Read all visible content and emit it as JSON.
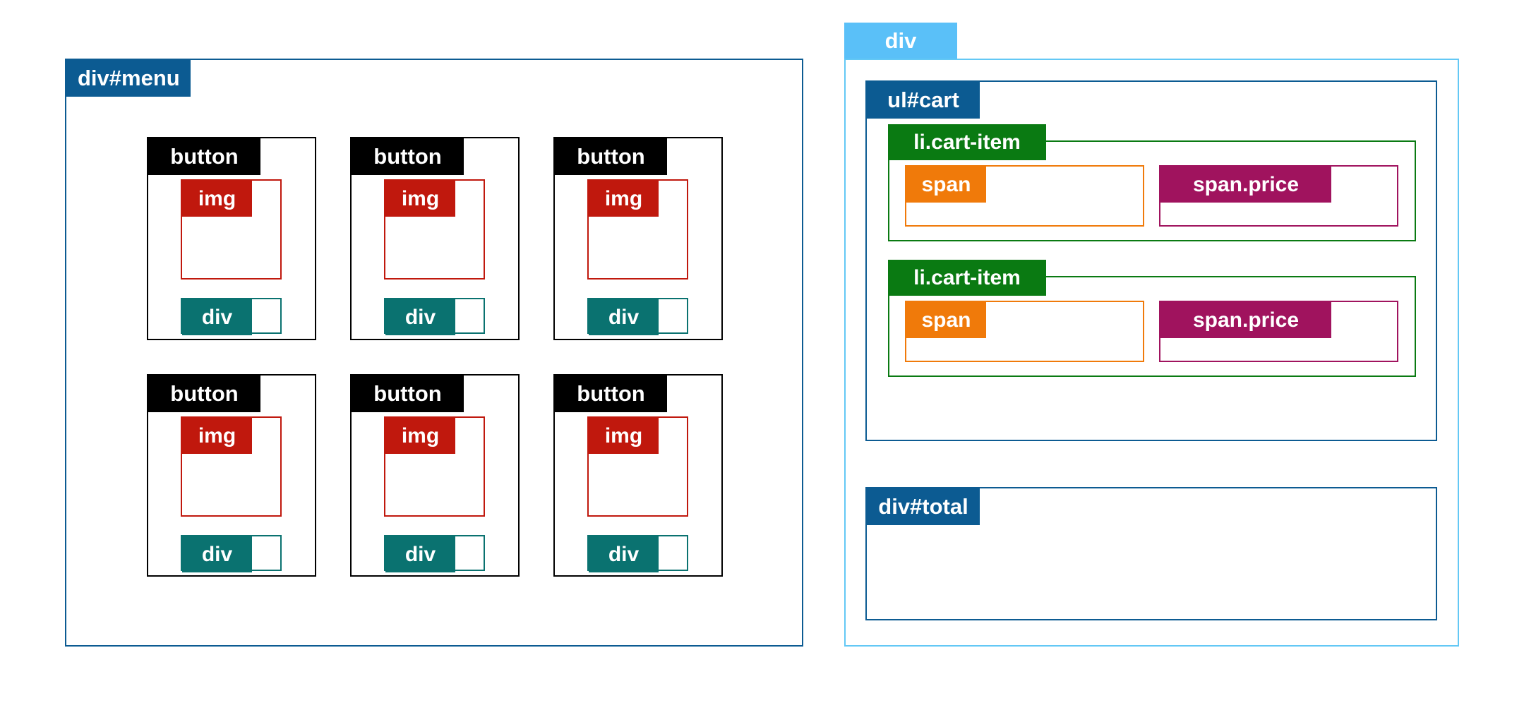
{
  "colors": {
    "menu": "#0c5b92",
    "wrapper_border": "#63c8f5",
    "wrapper_tag": "#5ac0f8",
    "cart": "#0c5b92",
    "total": "#0c5b92",
    "button": "#000000",
    "img": "#c0180d",
    "div": "#0a7270",
    "li": "#0a7a12",
    "span": "#f07a0a",
    "price": "#a0135e"
  },
  "menu": {
    "label": "div#menu",
    "buttons": [
      {
        "label": "button",
        "img_label": "img",
        "div_label": "div"
      },
      {
        "label": "button",
        "img_label": "img",
        "div_label": "div"
      },
      {
        "label": "button",
        "img_label": "img",
        "div_label": "div"
      },
      {
        "label": "button",
        "img_label": "img",
        "div_label": "div"
      },
      {
        "label": "button",
        "img_label": "img",
        "div_label": "div"
      },
      {
        "label": "button",
        "img_label": "img",
        "div_label": "div"
      }
    ]
  },
  "wrapper": {
    "label": "div",
    "cart": {
      "label": "ul#cart",
      "items": [
        {
          "label": "li.cart-item",
          "span_label": "span",
          "price_label": "span.price"
        },
        {
          "label": "li.cart-item",
          "span_label": "span",
          "price_label": "span.price"
        }
      ]
    },
    "total": {
      "label": "div#total"
    }
  }
}
